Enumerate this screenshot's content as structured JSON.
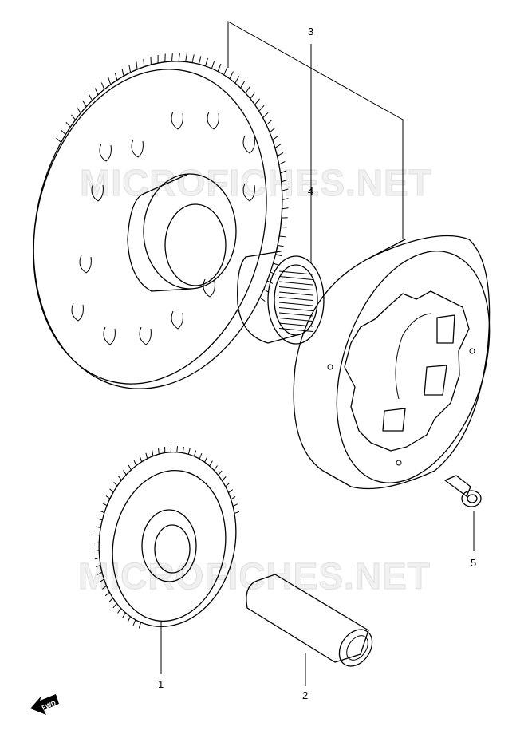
{
  "callouts": {
    "part_1": "1",
    "part_2": "2",
    "part_3": "3",
    "part_4": "4",
    "part_5": "5"
  },
  "watermarks": [
    "MICROFICHES.NET",
    "MICROFICHES.NET"
  ],
  "fwd_label": "FWD",
  "colors": {
    "line": "#000000",
    "background": "#ffffff",
    "watermark": "#e6e6e6"
  }
}
